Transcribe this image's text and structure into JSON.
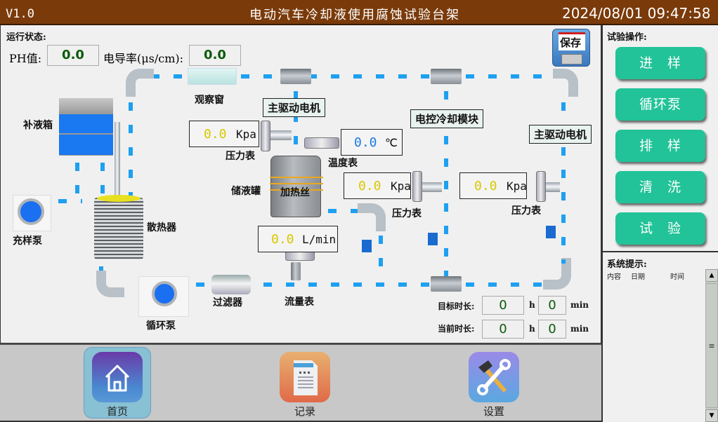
{
  "header": {
    "version": "V1.0",
    "title": "电动汽车冷却液使用腐蚀试验台架",
    "datetime": "2024/08/01 09:47:58"
  },
  "status": {
    "label": "运行状态:",
    "ph_label": "PH值:",
    "ph_value": "0.0",
    "cond_label": "电导率(μs/cm):",
    "cond_value": "0.0"
  },
  "save_button": {
    "label": "保存"
  },
  "diagram": {
    "labels": {
      "refill_tank": "补液箱",
      "fill_pump": "充样泵",
      "radiator": "散热器",
      "circ_pump": "循环泵",
      "filter": "过滤器",
      "flowmeter": "流量表",
      "sight_window": "观察窗",
      "reservoir": "储液罐",
      "heater": "加热丝",
      "temp_gauge": "温度表",
      "pressure_gauge_1": "压力表",
      "pressure_gauge_2": "压力表",
      "pressure_gauge_3": "压力表",
      "main_motor_1": "主驱动电机",
      "main_motor_2": "主驱动电机",
      "ecu_cooling": "电控冷却模块"
    },
    "readings": {
      "pressure_1": {
        "value": "0.0",
        "unit": "Kpa"
      },
      "temperature": {
        "value": "0.0",
        "unit": "℃"
      },
      "pressure_2": {
        "value": "0.0",
        "unit": "Kpa"
      },
      "pressure_3": {
        "value": "0.0",
        "unit": "Kpa"
      },
      "flow": {
        "value": "0.0",
        "unit": "L/min"
      }
    }
  },
  "timers": {
    "target_label": "目标时长:",
    "target_h": "0",
    "target_min": "0",
    "current_label": "当前时长:",
    "current_h": "0",
    "current_min": "0",
    "h_unit": "h",
    "min_unit": "min"
  },
  "operations": {
    "title": "试验操作:",
    "buttons": [
      "进　样",
      "循环泵",
      "排　样",
      "清　洗",
      "试　验"
    ],
    "color": "#22c398"
  },
  "messages": {
    "title": "系统提示:",
    "columns": [
      "内容",
      "日期",
      "时间"
    ],
    "rows": []
  },
  "nav": {
    "items": [
      {
        "label": "首页",
        "icon": "home-icon",
        "active": true
      },
      {
        "label": "记录",
        "icon": "document-icon",
        "active": false
      },
      {
        "label": "设置",
        "icon": "tools-icon",
        "active": false
      }
    ]
  }
}
